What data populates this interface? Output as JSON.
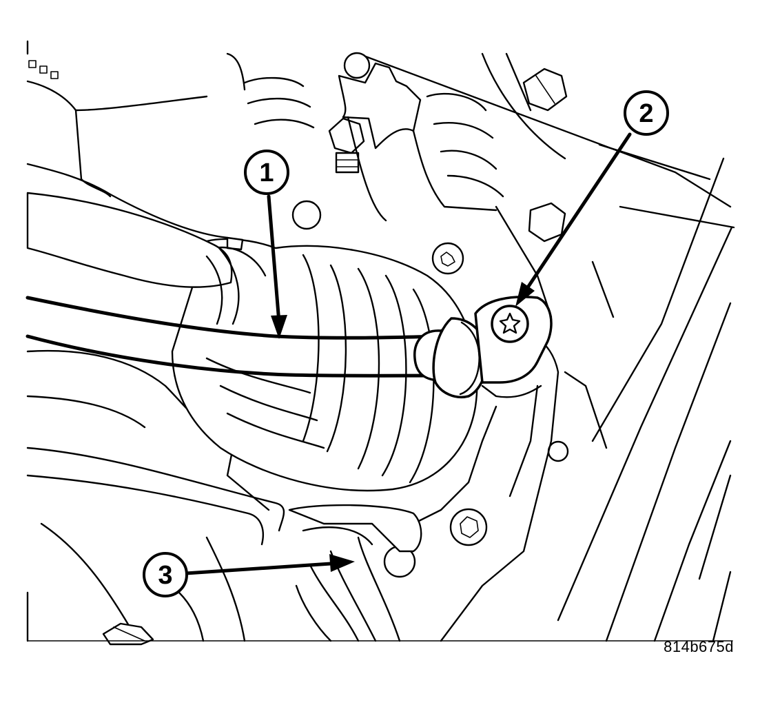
{
  "figure": {
    "code": "814b675d",
    "callouts": [
      {
        "number": "1",
        "label": ""
      },
      {
        "number": "2",
        "label": ""
      },
      {
        "number": "3",
        "label": ""
      }
    ]
  },
  "colors": {
    "ink": "#000000",
    "paper": "#ffffff"
  }
}
